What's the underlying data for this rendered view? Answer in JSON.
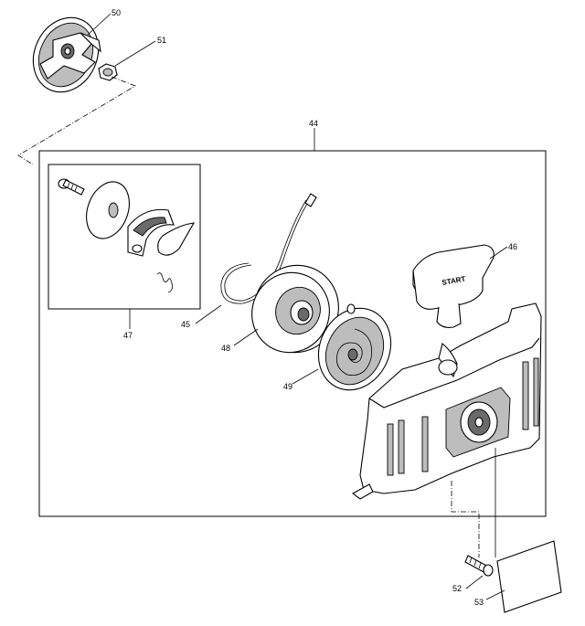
{
  "diagram": {
    "labels": {
      "p44": "44",
      "p45": "45",
      "p46": "46",
      "p47": "47",
      "p48": "48",
      "p49": "49",
      "p50": "50",
      "p51": "51",
      "p52": "52",
      "p53": "53"
    },
    "handle_text": "START"
  }
}
